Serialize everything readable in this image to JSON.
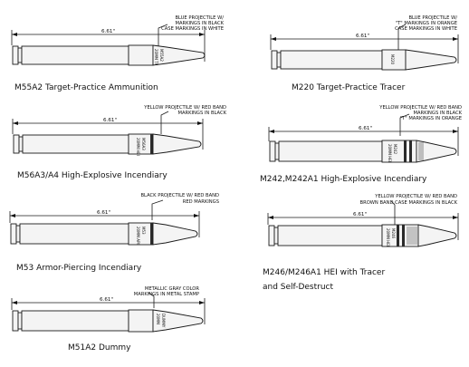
{
  "rounds": [
    {
      "caption": "M55A2 Target-Practice Ammunition",
      "length": "6.61\"",
      "note": [
        "BLUE PROJECTILE W/",
        "MARKINGS IN BLACK",
        "CASE MARKINGS IN WHITE"
      ],
      "markings": [
        "20MM TP",
        "M55A2"
      ]
    },
    {
      "caption": "M220 Target-Practice Tracer",
      "length": "6.61\"",
      "note": [
        "BLUE PROJECTILE W/",
        "\"T\" MARKINGS IN ORANGE",
        "CASE MARKINGS IN WHITE"
      ],
      "markings": [
        "M220"
      ]
    },
    {
      "caption": "M56A3/A4 High-Explosive Incendiary",
      "length": "6.61\"",
      "note": [
        "YELLOW PROJECTILE W/ RED BAND",
        "MARKINGS IN BLACK"
      ],
      "markings": [
        "20MM HEI",
        "M56A3"
      ]
    },
    {
      "caption": "M242,M242A1 High-Explosive Incendiary",
      "length": "6.61\"",
      "note": [
        "YELLOW PROJECTILE W/ RED BAND",
        "MARKINGS IN BLACK",
        "\"T\" MARKINGS IN ORANGE"
      ],
      "markings": [
        "20MM HEI",
        "M242"
      ]
    },
    {
      "caption": "M53 Armor-Piercing Incendiary",
      "length": "6.61\"",
      "note": [
        "BLACK PROJECTILE W/ RED BAND",
        "RED MARKINGS"
      ],
      "markings": [
        "20MM API",
        "M53"
      ]
    },
    {
      "caption": [
        "M246/M246A1  HEI with Tracer",
        "and Self-Destruct"
      ],
      "length": "6.61\"",
      "note": [
        "YELLOW PROJECTILE W/ RED BAND",
        "BROWN BAND,CASE MARKINGS IN BLACK"
      ],
      "markings": [
        "20MM HEI",
        "M246"
      ]
    },
    {
      "caption": "M51A2 Dummy",
      "length": "6.61\"",
      "note": [
        "METALLIC GRAY COLOR",
        "MARKINGS IN METAL STAMP"
      ],
      "markings": [
        "20MM",
        "DUMMY"
      ]
    }
  ]
}
